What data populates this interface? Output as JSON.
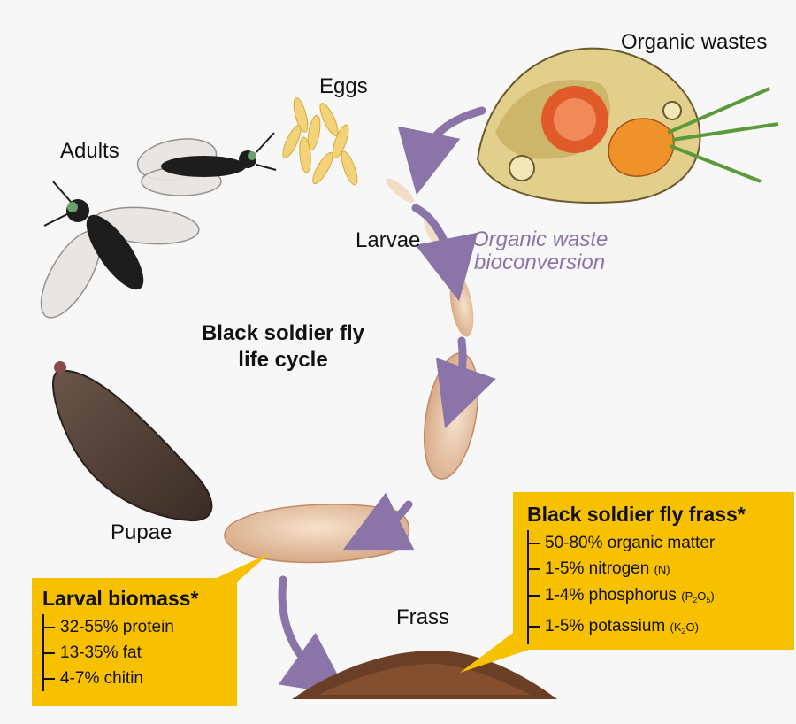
{
  "title": {
    "line1": "Black soldier fly",
    "line2": "life cycle"
  },
  "stages": {
    "adults": "Adults",
    "eggs": "Eggs",
    "larvae": "Larvae",
    "pupae": "Pupae",
    "frass": "Frass",
    "organic_wastes": "Organic wastes"
  },
  "process": {
    "line1": "Organic waste",
    "line2": "bioconversion"
  },
  "larval_biomass": {
    "heading": "Larval biomass*",
    "items": [
      "32-55% protein",
      "13-35% fat",
      "4-7% chitin"
    ]
  },
  "frass_box": {
    "heading": "Black soldier fly frass*",
    "items": [
      {
        "text": "50-80% organic matter",
        "note": ""
      },
      {
        "text": "1-5% nitrogen",
        "note": "(N)"
      },
      {
        "text": "1-4% phosphorus",
        "note": "(P2O5)"
      },
      {
        "text": "1-5% potassium",
        "note": "(K2O)"
      }
    ]
  },
  "colors": {
    "arrow": "#8a74a8",
    "callout": "#f8c100",
    "process_text": "#8a74a8"
  }
}
